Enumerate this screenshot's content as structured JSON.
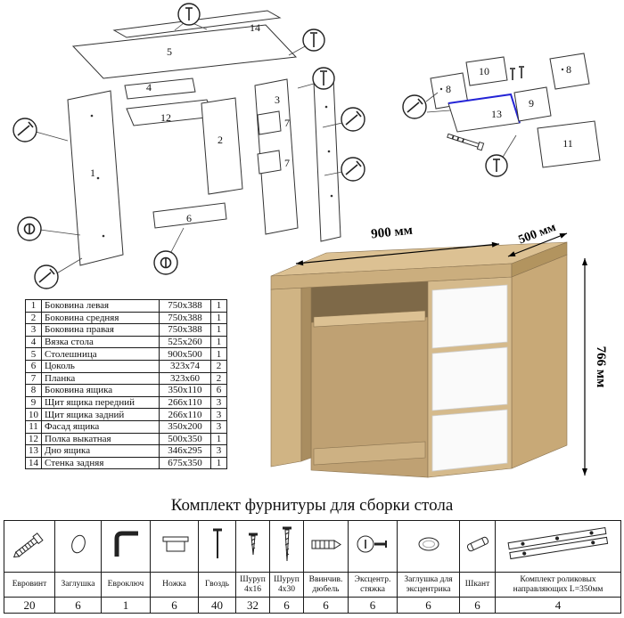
{
  "title": "Комплект фурнитуры для сборки стола",
  "dimensions": {
    "width": "900 мм",
    "depth": "500 мм",
    "height": "766 мм"
  },
  "colors": {
    "wood": "#d6bb8d",
    "drawer_white": "#fafafa",
    "highlight_blue": "#2323d6"
  },
  "desk_labels": {
    "p1": "1",
    "p2": "2",
    "p3": "3",
    "p4": "4",
    "p5": "5",
    "p6": "6",
    "p7a": "7",
    "p7b": "7",
    "p12": "12",
    "p14": "14"
  },
  "drawer_labels": {
    "p8a": "8",
    "p8b": "8",
    "p9": "9",
    "p10": "10",
    "p11": "11",
    "p13": "13"
  },
  "parts_table": {
    "rows": [
      {
        "num": "1",
        "name": "Боковина левая",
        "size": "750x388",
        "qty": "1"
      },
      {
        "num": "2",
        "name": "Боковина средняя",
        "size": "750x388",
        "qty": "1"
      },
      {
        "num": "3",
        "name": "Боковина правая",
        "size": "750x388",
        "qty": "1"
      },
      {
        "num": "4",
        "name": "Вязка стола",
        "size": "525x260",
        "qty": "1"
      },
      {
        "num": "5",
        "name": "Столешница",
        "size": "900x500",
        "qty": "1"
      },
      {
        "num": "6",
        "name": "Цоколь",
        "size": "323x74",
        "qty": "2"
      },
      {
        "num": "7",
        "name": "Планка",
        "size": "323x60",
        "qty": "2"
      },
      {
        "num": "8",
        "name": "Боковина ящика",
        "size": "350x110",
        "qty": "6"
      },
      {
        "num": "9",
        "name": "Щит ящика передний",
        "size": "266x110",
        "qty": "3"
      },
      {
        "num": "10",
        "name": "Щит ящика задний",
        "size": "266x110",
        "qty": "3"
      },
      {
        "num": "11",
        "name": "Фасад ящика",
        "size": "350x200",
        "qty": "3"
      },
      {
        "num": "12",
        "name": "Полка выкатная",
        "size": "500x350",
        "qty": "1"
      },
      {
        "num": "13",
        "name": "Дно ящика",
        "size": "346x295",
        "qty": "3"
      },
      {
        "num": "14",
        "name": "Стенка задняя",
        "size": "675x350",
        "qty": "1"
      }
    ]
  },
  "hardware_table": {
    "items": [
      {
        "name": "Евровинт",
        "qty": "20",
        "icon": "confirmat-screw-icon"
      },
      {
        "name": "Заглушка",
        "qty": "6",
        "icon": "plug-cap-icon"
      },
      {
        "name": "Евроключ",
        "qty": "1",
        "icon": "hex-key-icon"
      },
      {
        "name": "Ножка",
        "qty": "6",
        "icon": "foot-icon"
      },
      {
        "name": "Гвоздь",
        "qty": "40",
        "icon": "nail-icon"
      },
      {
        "name": "Шуруп 4x16",
        "qty": "32",
        "icon": "screw-short-icon"
      },
      {
        "name": "Шуруп 4x30",
        "qty": "6",
        "icon": "screw-long-icon"
      },
      {
        "name": "Ввинчив. дюбель",
        "qty": "6",
        "icon": "threaded-dowel-icon"
      },
      {
        "name": "Эксцентр. стяжка",
        "qty": "6",
        "icon": "cam-lock-icon"
      },
      {
        "name": "Заглушка для эксцентрика",
        "qty": "6",
        "icon": "cam-cap-icon"
      },
      {
        "name": "Шкант",
        "qty": "6",
        "icon": "wood-dowel-icon"
      },
      {
        "name": "Комплект роликовых направляющих L=350мм",
        "qty": "4",
        "icon": "drawer-slide-icon"
      }
    ]
  }
}
